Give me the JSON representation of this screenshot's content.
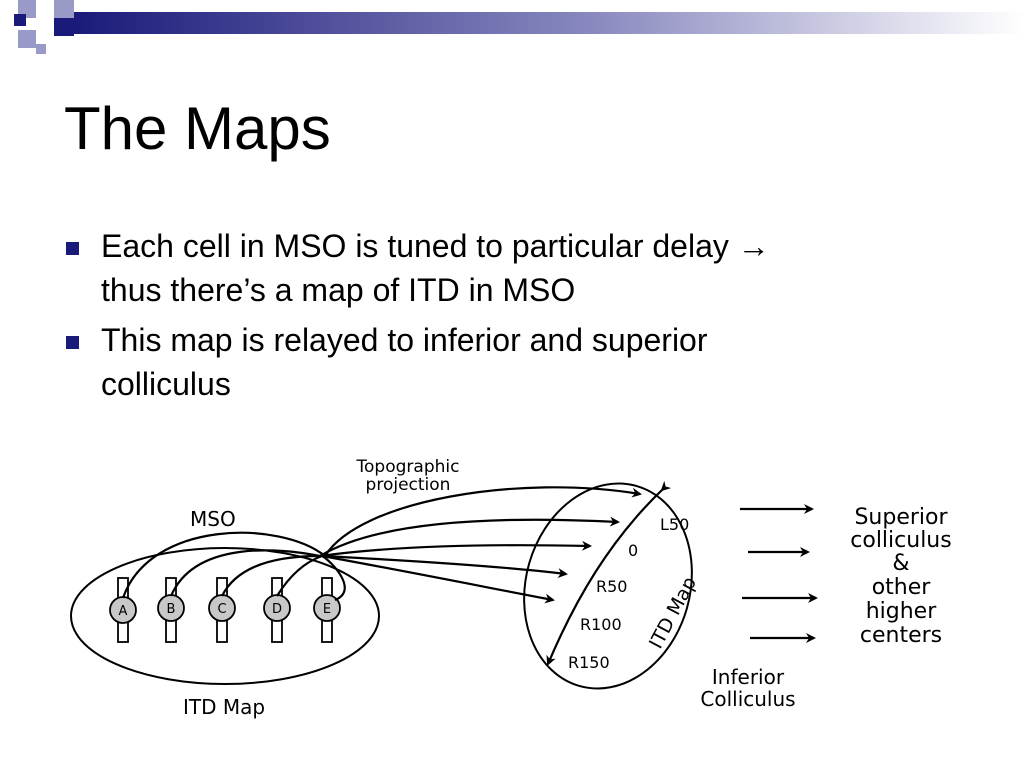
{
  "slide": {
    "title": "The Maps",
    "bullets": [
      {
        "lines": [
          "Each cell in MSO is tuned to particular delay →",
          "thus there’s a map of ITD in MSO"
        ]
      },
      {
        "lines": [
          "This map is relayed to inferior and superior",
          "colliculus"
        ]
      }
    ]
  },
  "diagram": {
    "projection_label": [
      "Topographic",
      "projection"
    ],
    "mso_label": "MSO",
    "mso_map_label": "ITD Map",
    "cells": [
      "A",
      "B",
      "C",
      "D",
      "E"
    ],
    "ic_positions": [
      "L50",
      "0",
      "R50",
      "R100",
      "R150"
    ],
    "ic_map_label": "ITD Map",
    "ic_label": [
      "Inferior",
      "Colliculus"
    ],
    "targets": [
      "Superior",
      "colliculus",
      "&",
      "other",
      "higher",
      "centers"
    ]
  },
  "colors": {
    "accent": "#1a1a7a",
    "deco_light": "#9a9ac8"
  },
  "icons": {
    "bullet": "square-bullet-icon",
    "arrow": "right-arrow-icon"
  }
}
